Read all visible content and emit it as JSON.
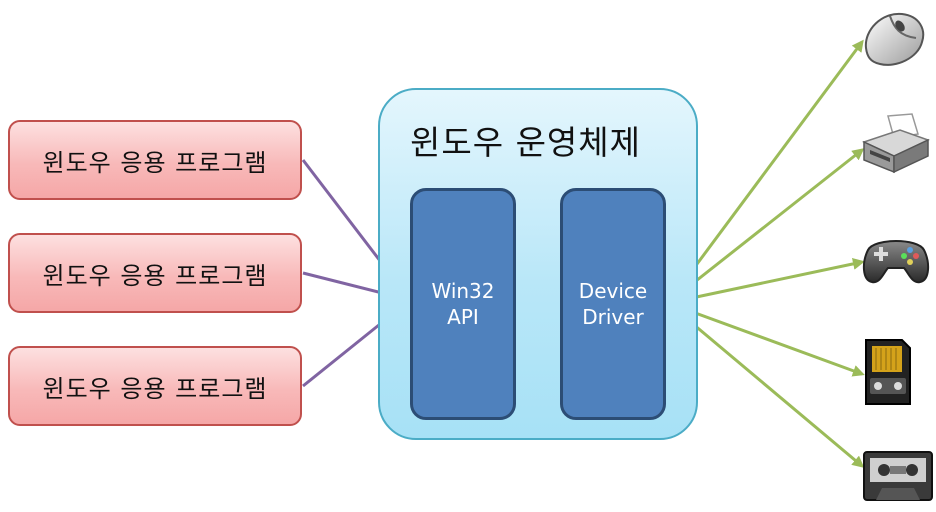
{
  "apps": [
    {
      "label": "윈도우 응용 프로그램"
    },
    {
      "label": "윈도우 응용 프로그램"
    },
    {
      "label": "윈도우 응용 프로그램"
    }
  ],
  "os": {
    "title": "윈도우 운영체제",
    "api_label": "Win32\nAPI",
    "driver_label": "Device\nDriver"
  },
  "devices": [
    {
      "icon": "mouse-icon"
    },
    {
      "icon": "printer-icon"
    },
    {
      "icon": "gamepad-icon"
    },
    {
      "icon": "memory-card-icon"
    },
    {
      "icon": "cassette-tape-icon"
    }
  ],
  "colors": {
    "app_border": "#c0504d",
    "app_fill": "#f8b9b9",
    "os_border": "#4bacc6",
    "os_fill": "#b9e7f8",
    "inner_fill": "#4f81bd",
    "app_connector": "#8064a2",
    "device_connector": "#9bbb59"
  }
}
